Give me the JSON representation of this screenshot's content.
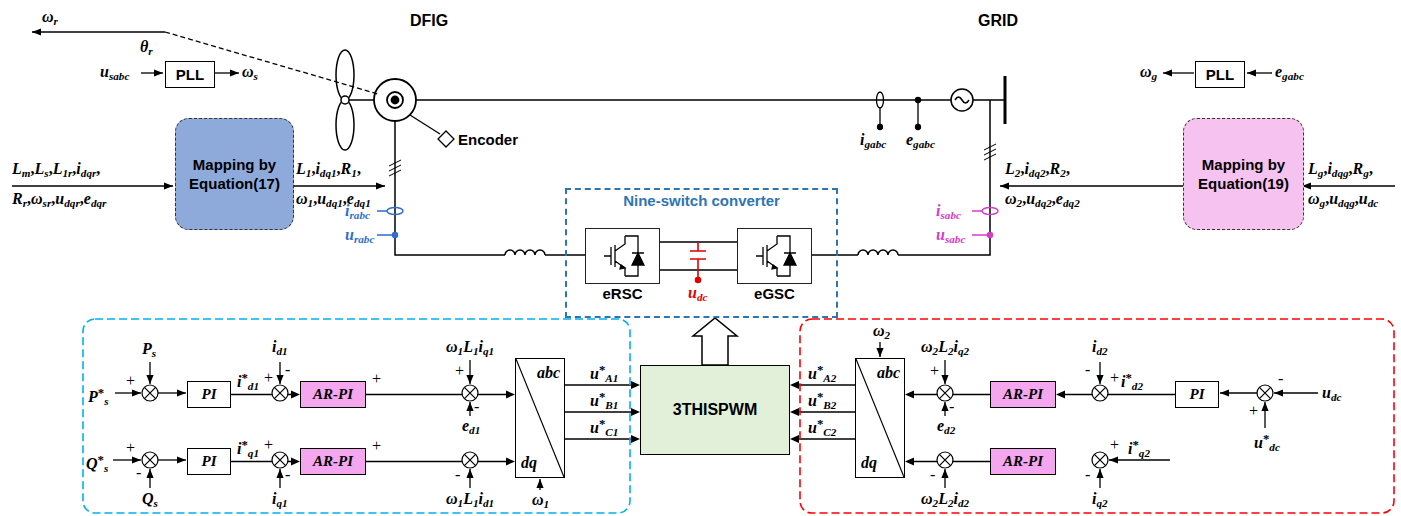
{
  "diagram": {
    "nodes": [
      {
        "text": [
          "PLL"
        ]
      },
      {
        "text": [
          "Mapping by Equation(17)"
        ]
      },
      {
        "text": [
          "Nine-switch converter"
        ]
      },
      {
        "text": [
          "eRSC"
        ],
        "in": 2
      },
      {
        "text": [
          "eGSC"
        ],
        "in": 2
      },
      {
        "text": [
          "PLL"
        ]
      },
      {
        "text": [
          "Mapping by Equation(19)"
        ]
      },
      {
        "text": [
          "PI"
        ]
      },
      {
        "text": [
          "PI"
        ]
      },
      {
        "text": [
          "AR-PI"
        ]
      },
      {
        "text": [
          "AR-PI"
        ]
      },
      {
        "text": [
          "abc",
          "dq"
        ]
      },
      {
        "text": [
          "3THISPWM"
        ]
      },
      {
        "text": [
          "abc",
          "dq"
        ]
      },
      {
        "text": [
          "AR-PI"
        ]
      },
      {
        "text": [
          "AR-PI"
        ]
      },
      {
        "text": [
          "PI"
        ]
      }
    ],
    "edges": [
      {
        "from": 7,
        "to": 9,
        "arrow": "to",
        "label": "i*d1"
      },
      {
        "from": 8,
        "to": 10,
        "arrow": "to",
        "label": "i*q1"
      },
      {
        "from": 9,
        "to": 11,
        "arrow": "to"
      },
      {
        "from": 10,
        "to": 11,
        "arrow": "to"
      },
      {
        "from": 11,
        "to": 12,
        "arrow": "to",
        "label": "u*A1"
      },
      {
        "from": 11,
        "to": 12,
        "arrow": "to",
        "label": "u*B1"
      },
      {
        "from": 11,
        "to": 12,
        "arrow": "to",
        "label": "u*C1"
      },
      {
        "from": 13,
        "to": 12,
        "arrow": "to",
        "label": "u*A2"
      },
      {
        "from": 13,
        "to": 12,
        "arrow": "to",
        "label": "u*B2"
      },
      {
        "from": 13,
        "to": 12,
        "arrow": "to",
        "label": "u*C2"
      },
      {
        "from": 14,
        "to": 13,
        "arrow": "to"
      },
      {
        "from": 15,
        "to": 13,
        "arrow": "to"
      },
      {
        "from": 16,
        "to": 14,
        "arrow": "to",
        "label": "i*d2"
      },
      {
        "from": 12,
        "to": 2,
        "arrow": "to"
      }
    ],
    "labels": [
      "ωr",
      "θr",
      "DFIG",
      "GRID",
      "Encoder",
      "igabc",
      "egabc",
      "irabc",
      "urabc",
      "udc",
      "isabc",
      "usabc",
      "usabc",
      "ωs",
      "ωg",
      "egabc",
      "Lm,Ls,L1r,idqr,",
      "Rr,ωsr,udqr,edqr",
      "L1,idq1,R1,",
      "ω1,udq1,edq1",
      "L2,idq2,R2,",
      "ω2,udq2,edq2",
      "Lg,idqg,Rg,",
      "ωg,udqg,udc",
      "P*s",
      "+",
      "Ps",
      "Q*s",
      "+",
      "-",
      "Qs",
      "id1",
      "+",
      "-",
      "iq1",
      "+",
      "-",
      "+",
      "+",
      "ω1L1iq1",
      "+",
      "ed1",
      "-",
      "ω1L1id1",
      "-",
      "ω1",
      "ω2",
      "ω2L2iq2",
      "+",
      "ed2",
      "-",
      "-",
      "ω2L2id2",
      "id2",
      "-",
      "+",
      "i*q2",
      "+",
      "iq2",
      "-",
      "udc",
      "-",
      "+",
      "u*dc"
    ]
  }
}
